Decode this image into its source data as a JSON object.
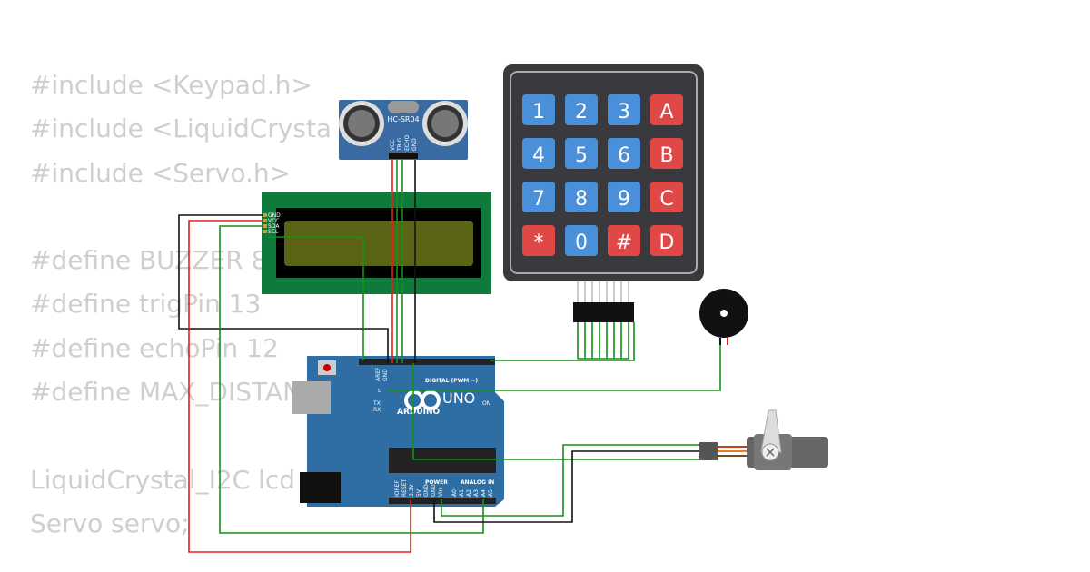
{
  "code_lines": [
    "#include <Keypad.h>",
    "#include <LiquidCrysta",
    "#include <Servo.h>",
    "",
    "#define BUZZER 8",
    "#define trigPin 13",
    "#define echoPin 12",
    "#define MAX_DISTAN",
    "",
    "LiquidCrystal_I2C lcd",
    "Servo servo;"
  ],
  "ultrasonic": {
    "label": "HC-SR04",
    "pins": [
      "VCC",
      "TRIG",
      "ECHO",
      "GND"
    ]
  },
  "lcd": {
    "pins": [
      "GND",
      "VCC",
      "SDA",
      "SCL"
    ]
  },
  "keypad": {
    "keys": [
      "1",
      "2",
      "3",
      "A",
      "4",
      "5",
      "6",
      "B",
      "7",
      "8",
      "9",
      "C",
      "*",
      "0",
      "#",
      "D"
    ]
  },
  "arduino": {
    "logo": "ARDUINO",
    "model": "UNO",
    "digital_label": "DIGITAL (PWM ~)",
    "power_label": "POWER",
    "analog_label": "ANALOG IN",
    "on_label": "ON",
    "tx": "TX",
    "rx": "RX",
    "l": "L",
    "aref": "AREF",
    "gnd": "GND",
    "power_pins": [
      "IOREF",
      "RESET",
      "3.3V",
      "5V",
      "GND",
      "GND",
      "Vin"
    ],
    "analog_pins": [
      "A0",
      "A1",
      "A2",
      "A3",
      "A4",
      "A5"
    ]
  },
  "colors": {
    "board": "#2e6ea4",
    "wire_red": "#e02020",
    "wire_green": "#16901a",
    "wire_black": "#111111",
    "key_blue": "#4a8fd9",
    "key_red": "#e04848"
  }
}
